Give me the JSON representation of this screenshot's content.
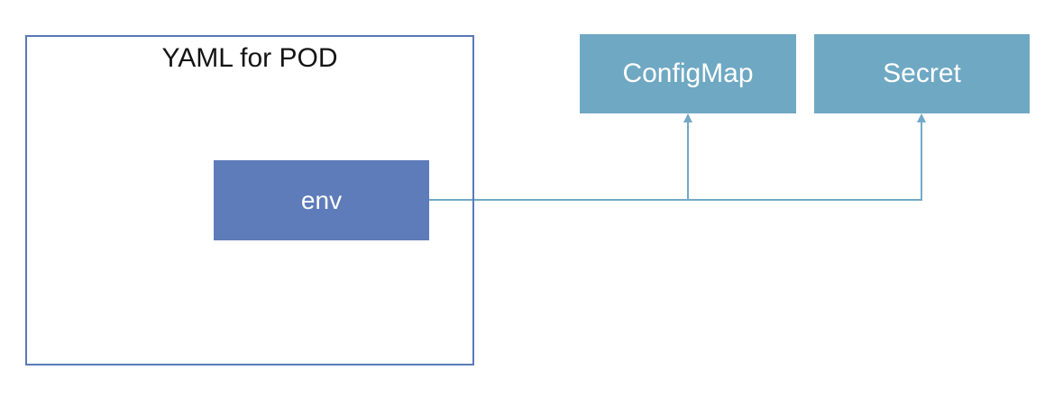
{
  "diagram": {
    "pod_box": {
      "label": "YAML for POD"
    },
    "env_box": {
      "label": "env"
    },
    "configmap_box": {
      "label": "ConfigMap"
    },
    "secret_box": {
      "label": "Secret"
    },
    "connections": [
      {
        "from": "env",
        "to": "ConfigMap",
        "style": "elbow-arrow"
      },
      {
        "from": "env",
        "to": "Secret",
        "style": "elbow-arrow"
      }
    ]
  },
  "colors": {
    "background": "#ffffff",
    "pod_border": "#5b79b7",
    "env_fill": "#5e7cba",
    "target_fill": "#6fa8c3",
    "connector": "#73a9c7",
    "title_text": "#141414",
    "box_text": "#ffffff"
  }
}
